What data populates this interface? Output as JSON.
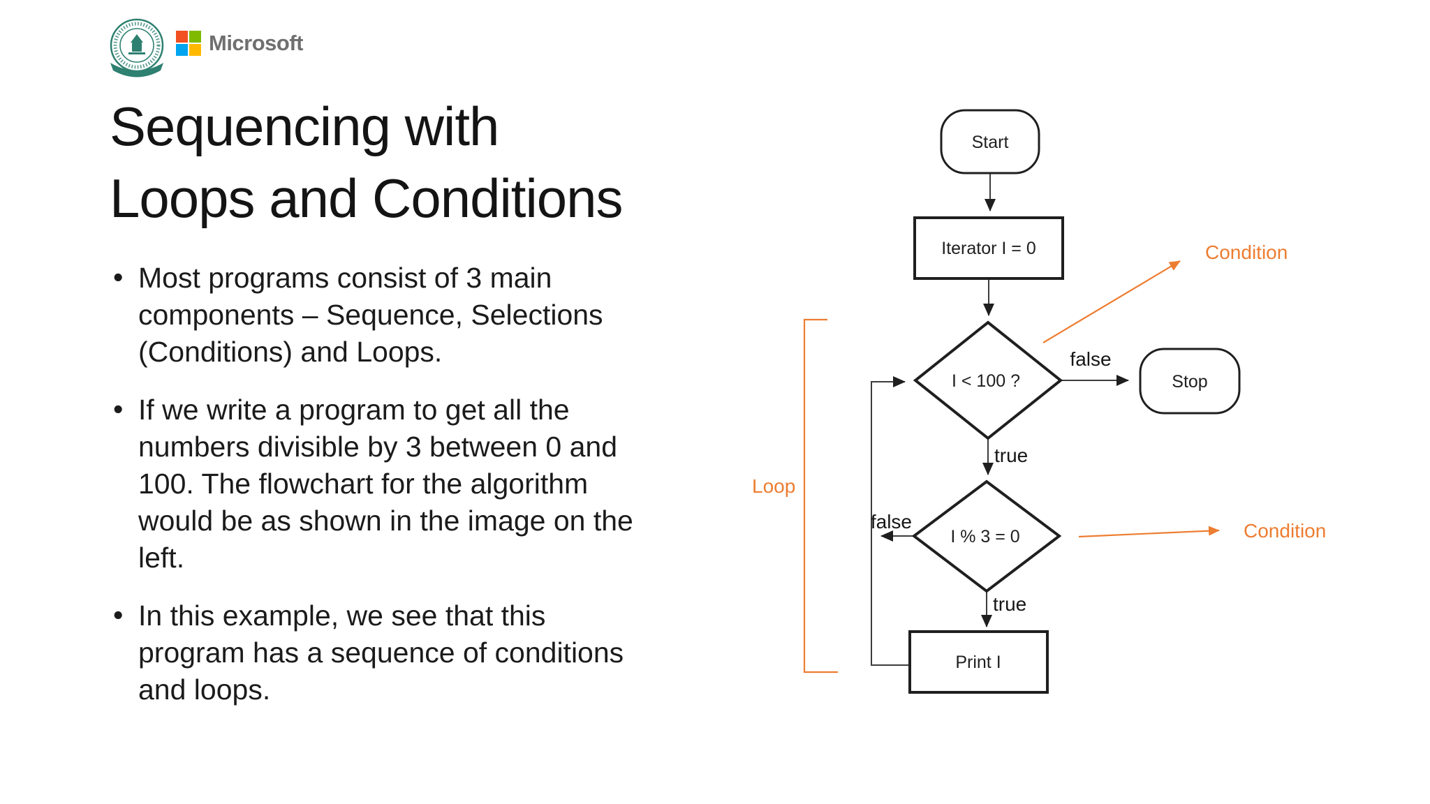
{
  "header": {
    "microsoft_wordmark": "Microsoft"
  },
  "slide": {
    "title_line1": "Sequencing with",
    "title_line2": "Loops and Conditions",
    "bullets": [
      "Most programs consist of 3 main\ncomponents – Sequence, Selections\n(Conditions) and Loops.",
      "If we write a program to get all the\nnumbers divisible by 3 between 0 and\n100. The flowchart for the algorithm\nwould be as shown in the image on the\nleft.",
      "In this example, we see that this\nprogram has a sequence of conditions\nand loops."
    ]
  },
  "flowchart": {
    "nodes": {
      "start": "Start",
      "iterator": "Iterator I = 0",
      "condition1": "I < 100 ?",
      "stop": "Stop",
      "condition2": "I % 3 = 0",
      "print": "Print I"
    },
    "edge_labels": {
      "condition1_false": "false",
      "condition1_true": "true",
      "condition2_false": "false",
      "condition2_true": "true"
    },
    "annotations": {
      "condition_top": "Condition",
      "condition_bottom": "Condition",
      "loop": "Loop"
    }
  },
  "colors": {
    "accent": "#ED7D31",
    "ink": "#1f1f1f",
    "connector": "#3c3c3c",
    "ms_red": "#F25022",
    "ms_green": "#7FBA00",
    "ms_blue": "#00A4EF",
    "ms_yellow": "#FFB900",
    "ms_gray": "#6f6f6f",
    "emblem_teal": "#2E8070"
  }
}
